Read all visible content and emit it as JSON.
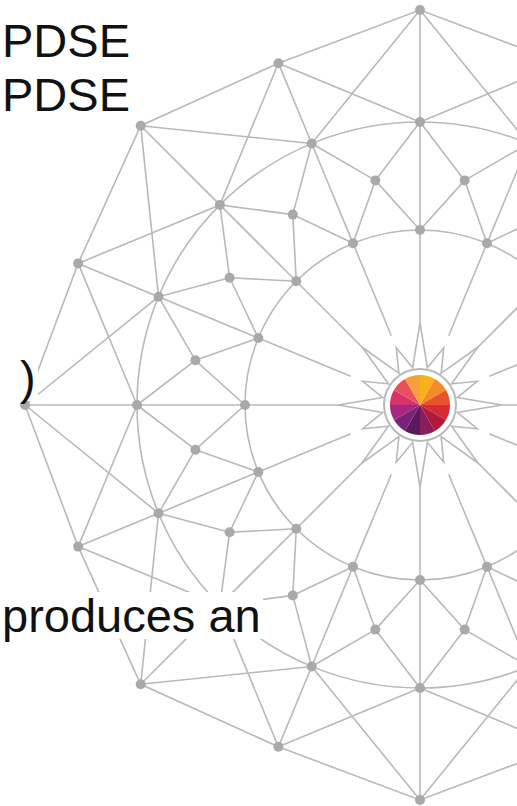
{
  "diagram": {
    "labels": [
      "PDSE",
      "PDSE",
      ")",
      "produces an"
    ]
  }
}
